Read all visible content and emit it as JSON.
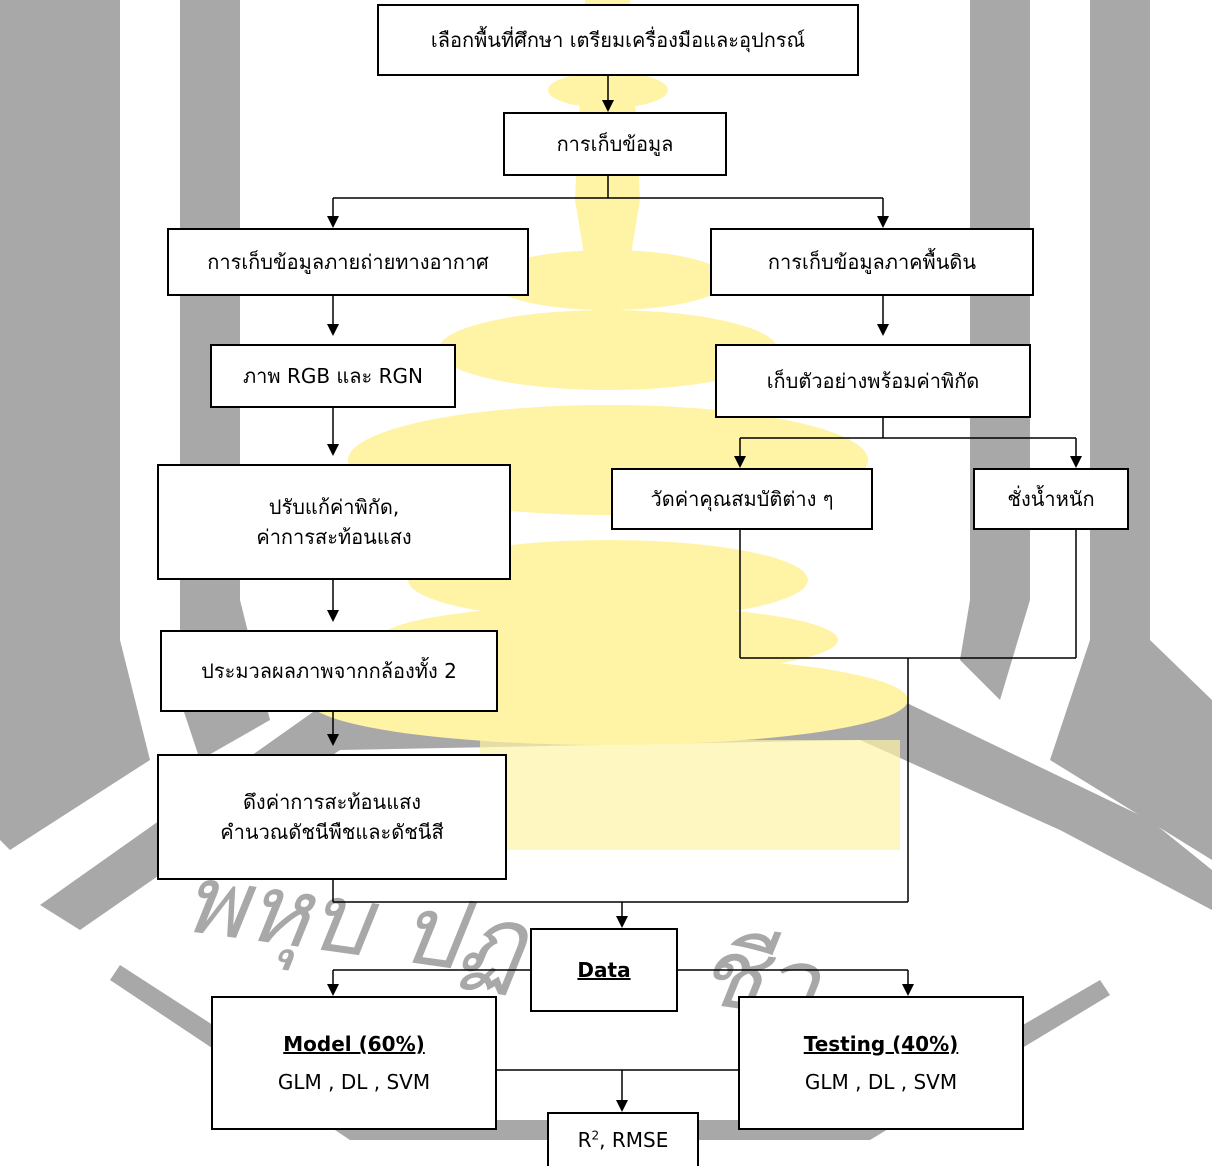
{
  "watermark": {
    "text": "พหุบ ปฏ ศา ชีว",
    "colors": {
      "gray": "#a8a8a8",
      "yellow": "#fff3a6"
    }
  },
  "steps": {
    "site": "เลือกพื้นที่ศึกษา เตรียมเครื่องมือและอุปกรณ์",
    "collect": "การเก็บข้อมูล",
    "aerial": "การเก็บข้อมูลภายถ่ายทางอากาศ",
    "ground": "การเก็บข้อมูลภาคพื้นดิน",
    "images": "ภาพ RGB และ RGN",
    "samples": "เก็บตัวอย่างพร้อมค่าพิกัด",
    "correct_line1": "ปรับแก้ค่าพิกัด,",
    "correct_line2": "ค่าการสะท้อนแสง",
    "measure": "วัดค่าคุณสมบัติต่าง ๆ",
    "weigh": "ชั่งน้ำหนัก",
    "process": "ประมวลผลภาพจากกล้องทั้ง 2",
    "extract_line1": "ดึงค่าการสะท้อนแสง",
    "extract_line2": "คำนวณดัชนีพืชและดัชนีสี",
    "data": "Data",
    "model_title": "Model (60%)",
    "model_methods": "GLM , DL , SVM",
    "testing_title": "Testing (40%)",
    "testing_methods": "GLM , DL , SVM",
    "metrics_r": "R",
    "metrics_sup": "2",
    "metrics_rest": ", RMSE"
  }
}
